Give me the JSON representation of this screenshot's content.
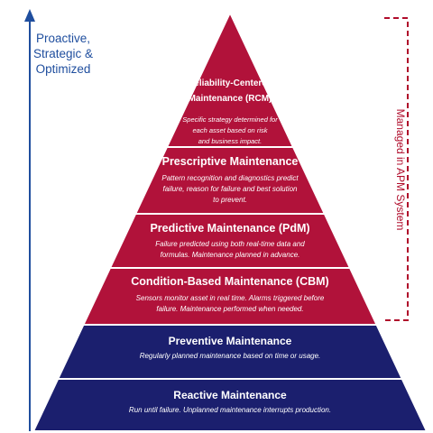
{
  "axis_label": [
    "Proactive,",
    "Strategic &",
    "Optimized"
  ],
  "bracket_label": "Managed in APM System",
  "colors": {
    "red_tier": "#b1123a",
    "blue_tier": "#1b1f6e",
    "arrow": "#1f4e9e",
    "bracket": "#b00c2b"
  },
  "tiers": [
    {
      "title_lines": [
        "Reliability-Centered",
        "Maintenance (RCM)"
      ],
      "desc_lines": [
        "Specific strategy determined for",
        "each asset based on risk",
        "and business impact."
      ],
      "color": "red"
    },
    {
      "title_lines": [
        "Prescriptive Maintenance"
      ],
      "desc_lines": [
        "Pattern recognition and diagnostics predict",
        "failure, reason for failure and best solution",
        "to prevent."
      ],
      "color": "red"
    },
    {
      "title_lines": [
        "Predictive Maintenance (PdM)"
      ],
      "desc_lines": [
        "Failure predicted using both real-time data and",
        "formulas. Maintenance planned in advance."
      ],
      "color": "red"
    },
    {
      "title_lines": [
        "Condition-Based Maintenance (CBM)"
      ],
      "desc_lines": [
        "Sensors monitor asset in real time. Alarms triggered before",
        "failure. Maintenance performed when needed."
      ],
      "color": "red"
    },
    {
      "title_lines": [
        "Preventive Maintenance"
      ],
      "desc_lines": [
        "Regularly planned maintenance based on time or usage."
      ],
      "color": "blue"
    },
    {
      "title_lines": [
        "Reactive Maintenance"
      ],
      "desc_lines": [
        "Run until failure. Unplanned maintenance interrupts production."
      ],
      "color": "blue"
    }
  ]
}
